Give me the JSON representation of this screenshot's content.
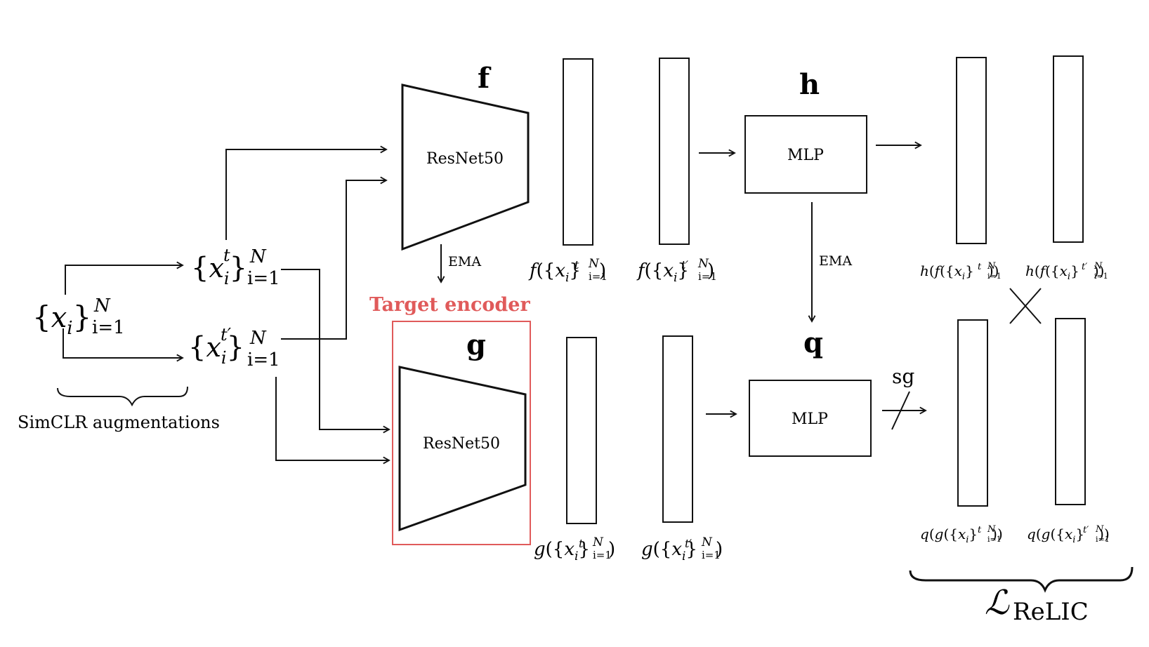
{
  "input": {
    "x": "x",
    "sub": "i",
    "lower": "i=1",
    "upper": "N"
  },
  "aug_t": {
    "x": "x",
    "sub": "i",
    "sup": "t",
    "lower": "i=1",
    "upper": "N"
  },
  "aug_tp": {
    "x": "x",
    "sub": "i",
    "sup": "t′",
    "lower": "i=1",
    "upper": "N"
  },
  "augment_caption": "SimCLR augmentations",
  "encoder_f": {
    "letter": "f",
    "label": "ResNet50"
  },
  "encoder_g": {
    "letter": "g",
    "label": "ResNet50"
  },
  "target_encoder_label": "Target encoder",
  "ema_label_top": "EMA",
  "ema_label_mid": "EMA",
  "head_h": {
    "letter": "h",
    "label": "MLP"
  },
  "head_q": {
    "letter": "q",
    "label": "MLP"
  },
  "sg_label": "sg",
  "reps": {
    "f_t": {
      "fn": "f",
      "sup": "t"
    },
    "f_tp": {
      "fn": "f",
      "sup": "t′"
    },
    "g_t": {
      "fn": "g",
      "sup": "t"
    },
    "g_tp": {
      "fn": "g",
      "sup": "t′"
    },
    "hf_t": {
      "outer": "h",
      "inner": "f",
      "sup": "t"
    },
    "hf_tp": {
      "outer": "h",
      "inner": "f",
      "sup": "t′"
    },
    "qg_t": {
      "outer": "q",
      "inner": "g",
      "sup": "t"
    },
    "qg_tp": {
      "outer": "q",
      "inner": "g",
      "sup": "t′"
    },
    "x": "x",
    "sub": "i",
    "lower": "i=1",
    "upper": "N"
  },
  "loss": {
    "symbol": "ℒ",
    "sub": "ReLIC"
  },
  "colors": {
    "stroke": "#111111",
    "target": "#e05a5a"
  }
}
